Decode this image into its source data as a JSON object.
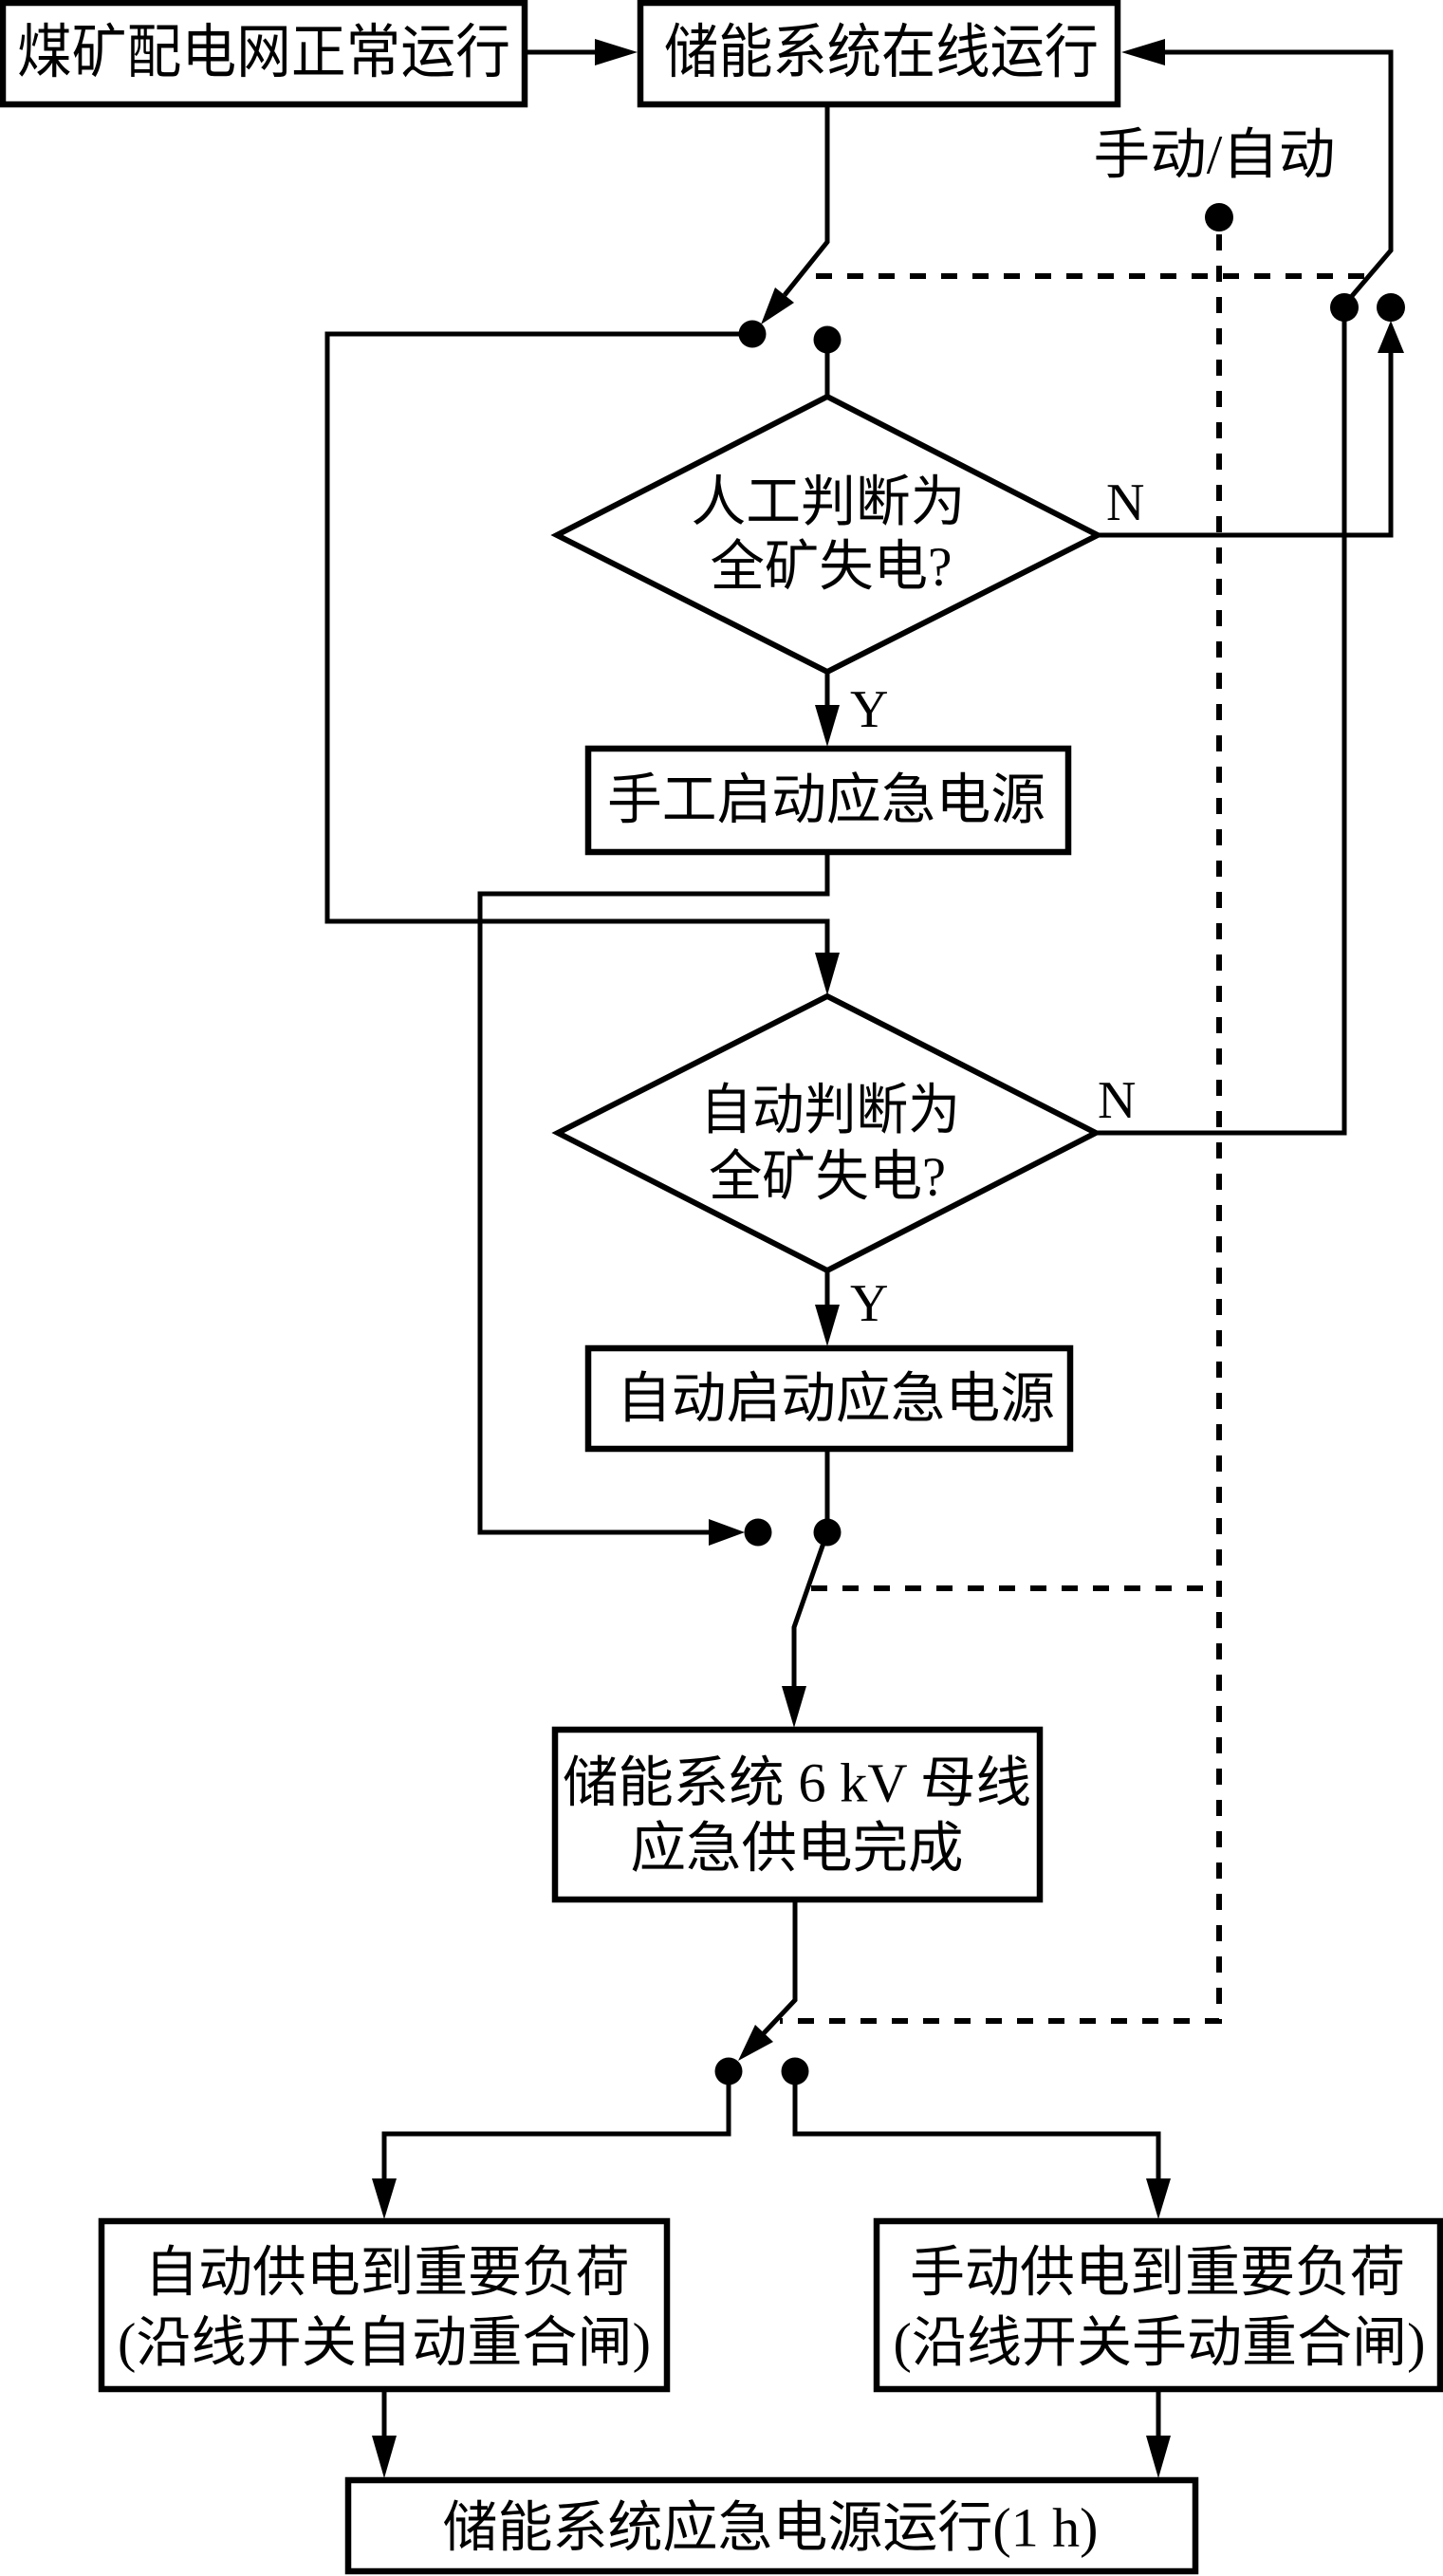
{
  "nodes": {
    "grid_normal": [
      "煤矿配电网正常运行"
    ],
    "storage_online": [
      "储能系统在线运行"
    ],
    "manual_judge": [
      "人工判断为",
      "全矿失电?"
    ],
    "manual_start": [
      "手工启动应急电源"
    ],
    "auto_judge": [
      "自动判断为",
      "全矿失电?"
    ],
    "auto_start": [
      "自动启动应急电源"
    ],
    "bus_supply_complete": [
      "储能系统 6 kV 母线",
      "应急供电完成"
    ],
    "auto_supply_loads": [
      "自动供电到重要负荷",
      "(沿线开关自动重合闸)"
    ],
    "manual_supply_loads": [
      "手动供电到重要负荷",
      "(沿线开关手动重合闸)"
    ],
    "emergency_run": [
      "储能系统应急电源运行(1 h)"
    ]
  },
  "labels": {
    "mode_switch": "手动/自动",
    "yes": "Y",
    "no": "N"
  },
  "switches": [
    {
      "id": "switch_1",
      "input": "storage_online",
      "contacts": {
        "auto": "auto_judge",
        "manual": "manual_judge"
      },
      "drawn_position": "auto"
    },
    {
      "id": "switch_2",
      "output": "storage_online",
      "contacts": {
        "auto": "auto_judge:N",
        "manual": "manual_judge:N"
      },
      "drawn_position": "auto"
    },
    {
      "id": "switch_3",
      "output": "bus_supply_complete",
      "contacts": {
        "auto": "auto_start",
        "manual": "manual_start"
      },
      "drawn_position": "auto"
    },
    {
      "id": "switch_4",
      "input": "bus_supply_complete",
      "contacts": {
        "auto": "auto_supply_loads",
        "manual": "manual_supply_loads"
      },
      "drawn_position": "auto"
    }
  ],
  "edges": [
    {
      "from": "grid_normal",
      "to": "storage_online"
    },
    {
      "from": "storage_online",
      "to": "switch_1"
    },
    {
      "from": "manual_judge",
      "to": "manual_start",
      "label": "Y"
    },
    {
      "from": "manual_judge",
      "to": "switch_2",
      "label": "N"
    },
    {
      "from": "auto_judge",
      "to": "auto_start",
      "label": "Y"
    },
    {
      "from": "auto_judge",
      "to": "switch_2",
      "label": "N"
    },
    {
      "from": "switch_2",
      "to": "storage_online"
    },
    {
      "from": "manual_start",
      "to": "switch_3"
    },
    {
      "from": "auto_start",
      "to": "switch_3"
    },
    {
      "from": "switch_3",
      "to": "bus_supply_complete"
    },
    {
      "from": "bus_supply_complete",
      "to": "switch_4"
    },
    {
      "from": "auto_supply_loads",
      "to": "emergency_run"
    },
    {
      "from": "manual_supply_loads",
      "to": "emergency_run"
    }
  ]
}
